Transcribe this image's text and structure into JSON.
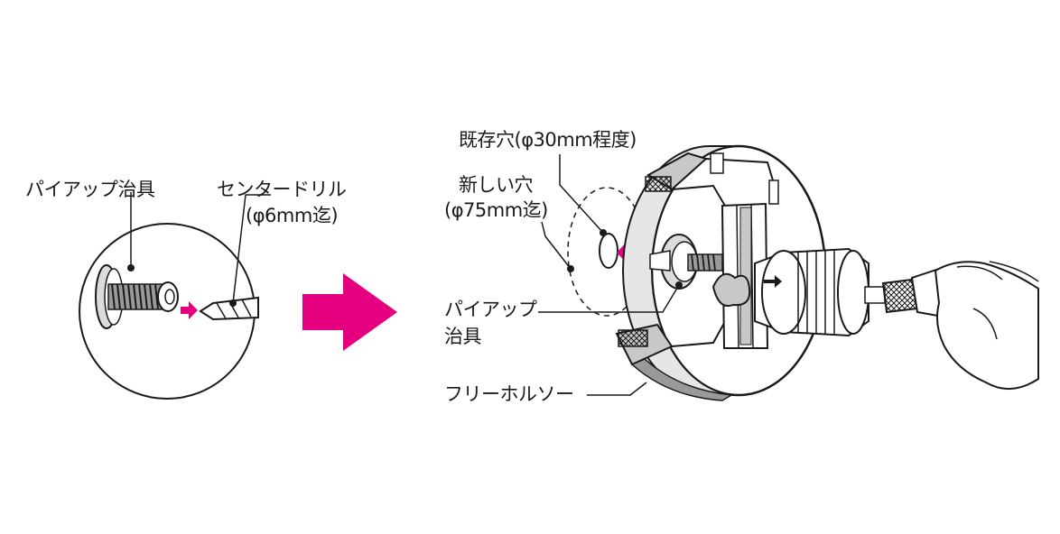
{
  "labels": {
    "pipe_jig_left": "パイアップ治具",
    "center_drill": "センタードリル",
    "center_drill_spec": "(φ6mm迄)",
    "existing_hole": "既存穴(φ30mm程度)",
    "new_hole_line1": "新しい穴",
    "new_hole_line2": "(φ75mm迄)",
    "pipe_jig_right_line1": "パイアップ",
    "pipe_jig_right_line2": "治具",
    "free_hole_saw": "フリーホルソー"
  },
  "colors": {
    "accent": "#e4007f",
    "line": "#1a1a1a",
    "fill_gray": "#c8c8c8",
    "fill_light": "#e6e6e6"
  }
}
